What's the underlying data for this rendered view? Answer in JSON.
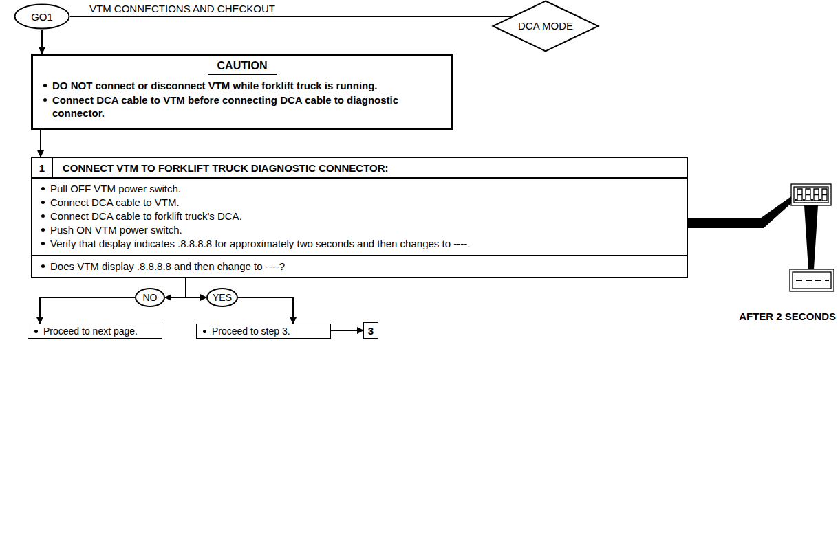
{
  "diagram": {
    "title": "VTM CONNECTIONS AND CHECKOUT",
    "nodes": [
      {
        "text": [
          "GO1"
        ]
      },
      {
        "text": [
          "DCA MODE"
        ]
      },
      {
        "text": [
          "CAUTION",
          "DO NOT connect or disconnect VTM while forklift truck is running.",
          "Connect DCA cable to VTM before connecting DCA cable to diagnostic connector."
        ]
      },
      {
        "text": [
          "1",
          "CONNECT VTM TO FORKLIFT TRUCK DIAGNOSTIC CONNECTOR:",
          "Pull OFF VTM power switch.",
          "Connect DCA cable to VTM.",
          "Connect DCA cable to forklift truck's DCA.",
          "Push ON VTM power switch.",
          "Verify that display indicates .8.8.8.8 for approximately two seconds and then changes to ----.",
          "Does VTM display .8.8.8.8 and then change to ----?"
        ]
      },
      {
        "text": [
          "NO"
        ]
      },
      {
        "text": [
          "YES"
        ]
      },
      {
        "text": [
          "Proceed to next page."
        ]
      },
      {
        "text": [
          "Proceed to step 3."
        ]
      },
      {
        "text": [
          "3"
        ]
      }
    ],
    "edges": [
      {
        "from": 0,
        "to": 1,
        "arrow": "none"
      },
      {
        "from": 0,
        "to": 2,
        "arrow": "to"
      },
      {
        "from": 2,
        "to": 3,
        "arrow": "to"
      },
      {
        "from": 3,
        "to": 4,
        "arrow": "to"
      },
      {
        "from": 3,
        "to": 5,
        "arrow": "to"
      },
      {
        "from": 4,
        "to": 6,
        "arrow": "to"
      },
      {
        "from": 5,
        "to": 7,
        "arrow": "to"
      },
      {
        "from": 7,
        "to": 8,
        "arrow": "to"
      }
    ],
    "labels": [
      "AFTER 2 SECONDS"
    ]
  }
}
